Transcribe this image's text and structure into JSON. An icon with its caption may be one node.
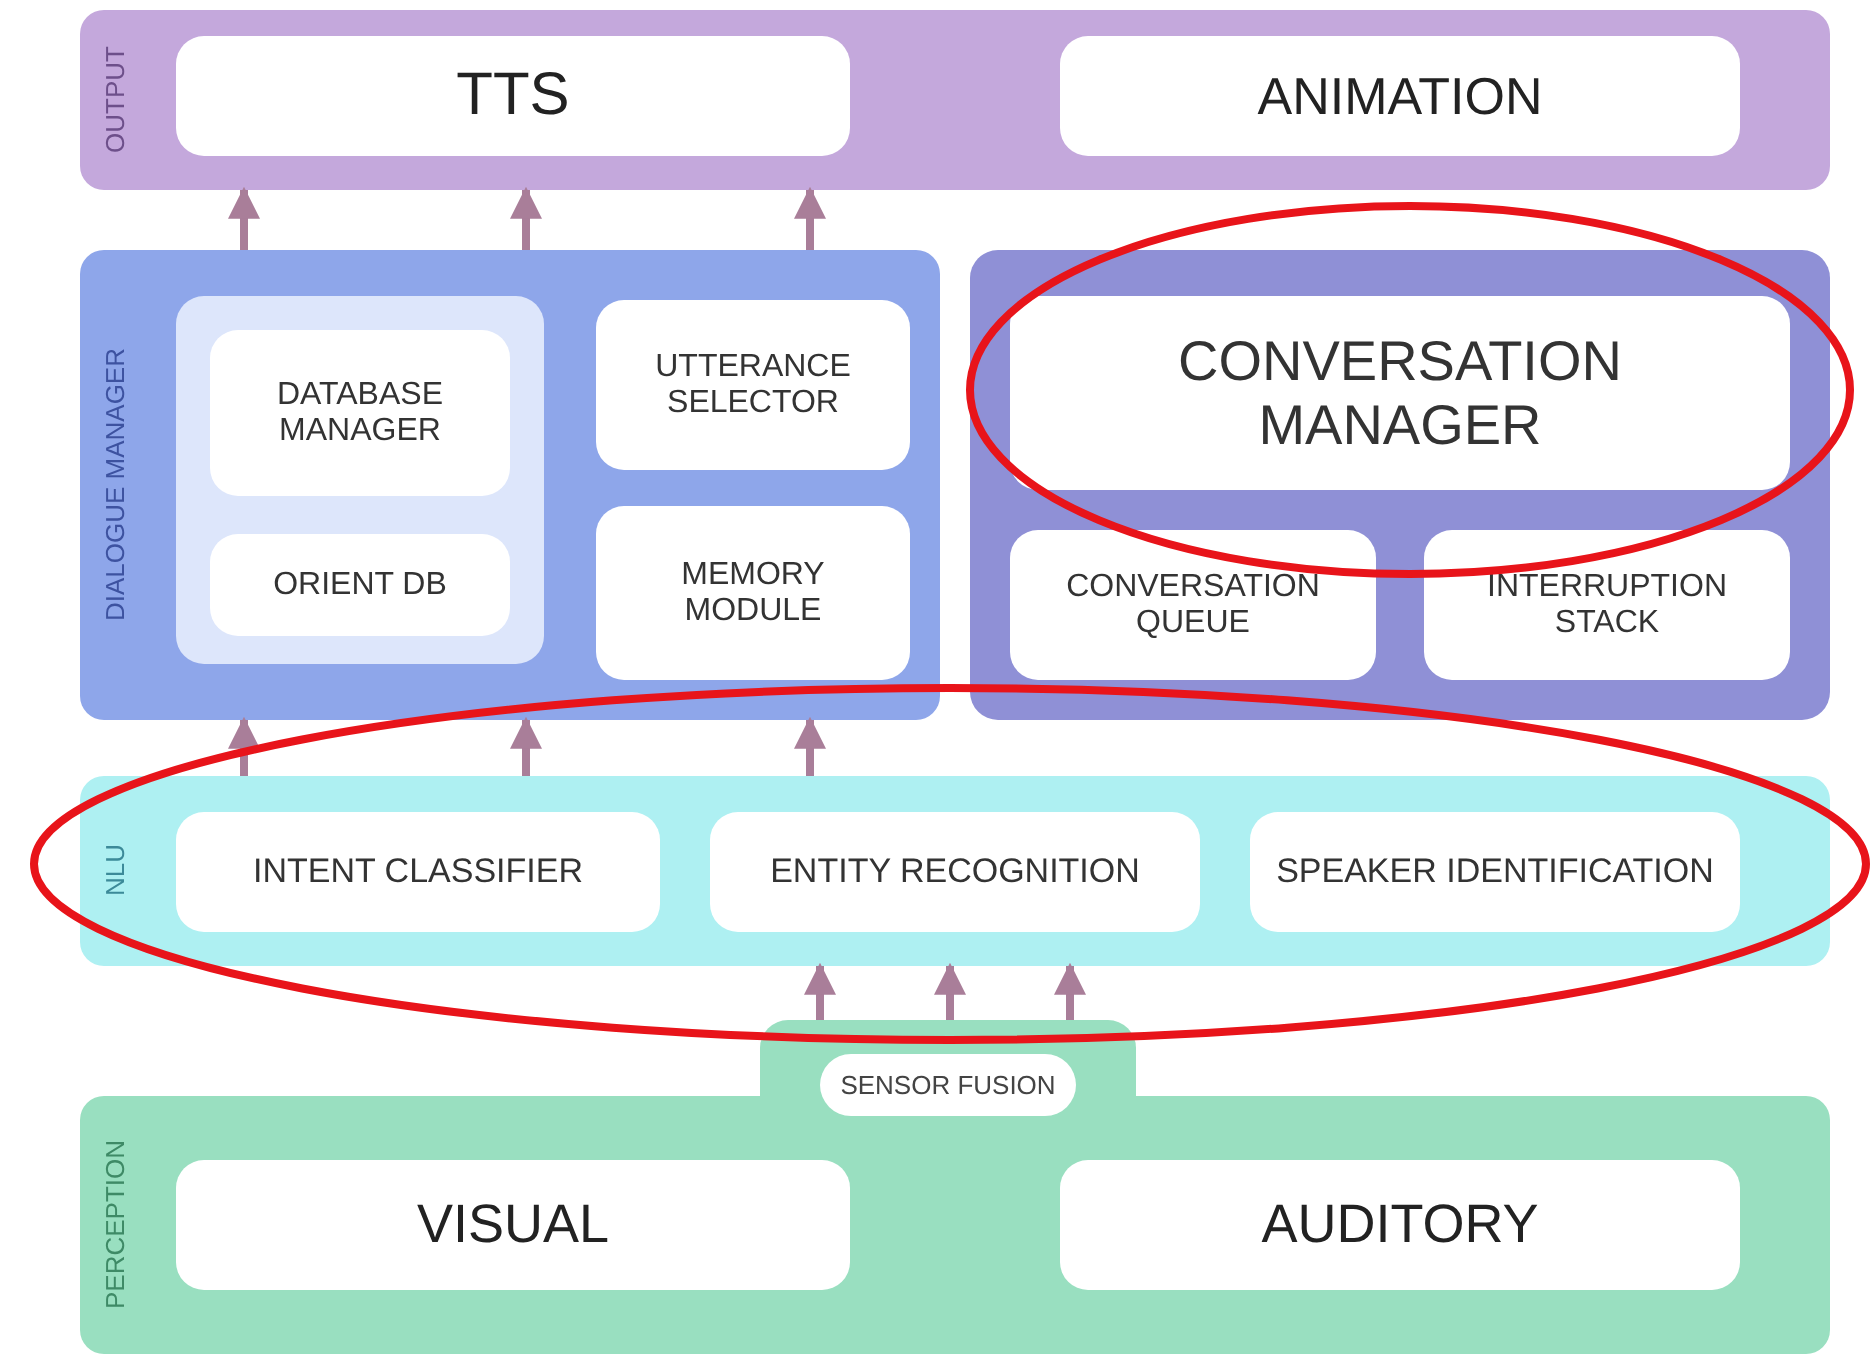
{
  "diagram": {
    "nodes": [
      {
        "text": [
          "OUTPUT"
        ]
      },
      {
        "text": [
          "TTS"
        ],
        "in": 0
      },
      {
        "text": [
          "ANIMATION"
        ],
        "in": 0
      },
      {
        "text": [
          "DIALOGUE MANAGER"
        ]
      },
      {
        "text": [],
        "shape": "box",
        "in": 3
      },
      {
        "text": [
          "DATABASE MANAGER"
        ],
        "in": 4
      },
      {
        "text": [
          "ORIENT DB"
        ],
        "in": 4
      },
      {
        "text": [
          "UTTERANCE SELECTOR"
        ],
        "in": 3
      },
      {
        "text": [
          "MEMORY MODULE"
        ],
        "in": 3
      },
      {
        "text": [],
        "shape": "box"
      },
      {
        "text": [
          "CONVERSATION MANAGER"
        ],
        "in": 9
      },
      {
        "text": [
          "CONVERSATION QUEUE"
        ],
        "in": 9
      },
      {
        "text": [
          "INTERRUPTION STACK"
        ],
        "in": 9
      },
      {
        "text": [
          "NLU"
        ]
      },
      {
        "text": [
          "INTENT CLASSIFIER"
        ],
        "in": 13
      },
      {
        "text": [
          "ENTITY RECOGNITION"
        ],
        "in": 13
      },
      {
        "text": [
          "SPEAKER IDENTIFICATION"
        ],
        "in": 13
      },
      {
        "text": [
          "PERCEPTION"
        ]
      },
      {
        "text": [
          "SENSOR FUSION"
        ]
      },
      {
        "text": [
          "VISUAL"
        ],
        "in": 17
      },
      {
        "text": [
          "AUDITORY"
        ],
        "in": 17
      }
    ],
    "edges": [
      {
        "from": 3,
        "to": 0,
        "arrow": "to"
      },
      {
        "from": 3,
        "to": 0,
        "arrow": "to"
      },
      {
        "from": 3,
        "to": 0,
        "arrow": "to"
      },
      {
        "from": 13,
        "to": 3,
        "arrow": "to"
      },
      {
        "from": 13,
        "to": 3,
        "arrow": "to"
      },
      {
        "from": 13,
        "to": 3,
        "arrow": "to"
      },
      {
        "from": 18,
        "to": 13,
        "arrow": "to"
      },
      {
        "from": 18,
        "to": 13,
        "arrow": "to"
      },
      {
        "from": 18,
        "to": 13,
        "arrow": "to"
      }
    ]
  }
}
